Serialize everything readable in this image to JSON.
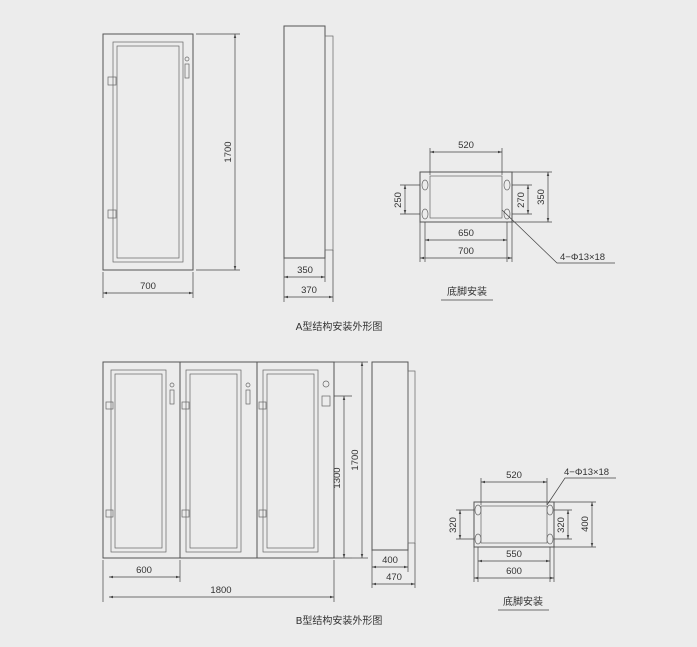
{
  "captions": {
    "a_title": "A型结构安装外形图",
    "b_title": "B型结构安装外形图",
    "base_a": "底脚安装",
    "base_b": "底脚安装"
  },
  "a_front": {
    "height": "1700",
    "width": "700"
  },
  "a_side": {
    "depth_inner": "350",
    "depth_outer": "370"
  },
  "a_base": {
    "top": "520",
    "height_left": "250",
    "height_inner": "270",
    "height_right": "350",
    "inner_width": "650",
    "outer_width": "700",
    "hole_note": "4−Φ13×18"
  },
  "b_front": {
    "height_outer": "1700",
    "height_inner": "1300",
    "unit_width": "600",
    "width": "1800"
  },
  "b_side": {
    "depth_inner": "400",
    "depth_outer": "470"
  },
  "b_base": {
    "top": "520",
    "height_left": "320",
    "height_inner": "320",
    "height_right": "400",
    "inner_width": "550",
    "outer_width": "600",
    "hole_note": "4−Φ13×18"
  }
}
